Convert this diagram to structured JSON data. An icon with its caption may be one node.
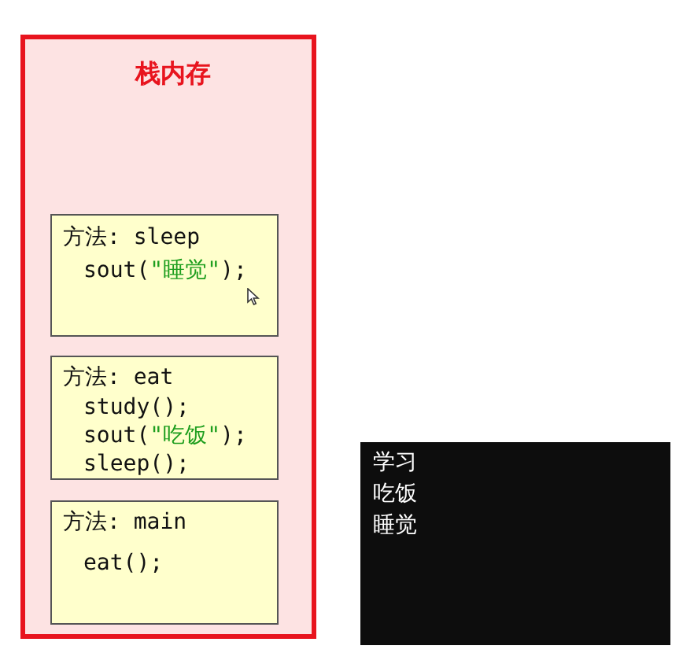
{
  "diagram": {
    "nodes": [
      {
        "text": [
          "栈内存"
        ]
      },
      {
        "text": [
          "方法: sleep",
          "sout(\"睡觉\");"
        ],
        "in": 0
      },
      {
        "text": [
          "方法: eat",
          "study();",
          "sout(\"吃饭\");",
          "sleep();"
        ],
        "in": 0
      },
      {
        "text": [
          "方法: main",
          "eat();"
        ],
        "in": 0
      },
      {
        "text": [
          "学习",
          "吃饭",
          "睡觉"
        ]
      }
    ]
  }
}
